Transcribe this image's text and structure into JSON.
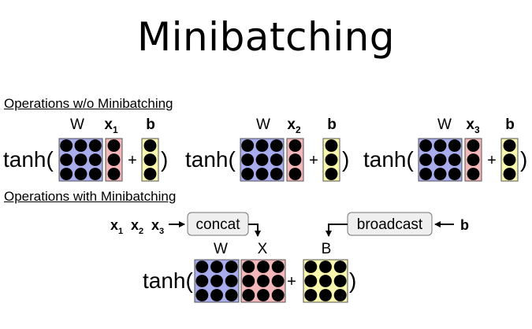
{
  "title": "Minibatching",
  "sections": {
    "without": {
      "heading": "Operations w/o Minibatching",
      "groups": [
        {
          "fn": "tanh(",
          "weight_label": "W",
          "input_label": "x",
          "input_sub": "1",
          "plus": "+",
          "bias_label": "b",
          "close": ")"
        },
        {
          "fn": "tanh(",
          "weight_label": "W",
          "input_label": "x",
          "input_sub": "2",
          "plus": "+",
          "bias_label": "b",
          "close": ")"
        },
        {
          "fn": "tanh(",
          "weight_label": "W",
          "input_label": "x",
          "input_sub": "3",
          "plus": "+",
          "bias_label": "b",
          "close": ")"
        }
      ]
    },
    "with": {
      "heading": "Operations with Minibatching",
      "inputs": [
        {
          "label": "x",
          "sub": "1"
        },
        {
          "label": "x",
          "sub": "2"
        },
        {
          "label": "x",
          "sub": "3"
        }
      ],
      "concat_label": "concat",
      "broadcast_label": "broadcast",
      "bias_input": "b",
      "fn": "tanh(",
      "weight_label": "W",
      "batch_label": "X",
      "bias_batch_label": "B",
      "plus": "+",
      "close": ")"
    }
  },
  "colors": {
    "weight_fill": "#a9acec",
    "input_fill": "#f4b7b9",
    "bias_fill": "#f9f7ae",
    "box_fill": "#efefef",
    "dot": "#000000"
  }
}
